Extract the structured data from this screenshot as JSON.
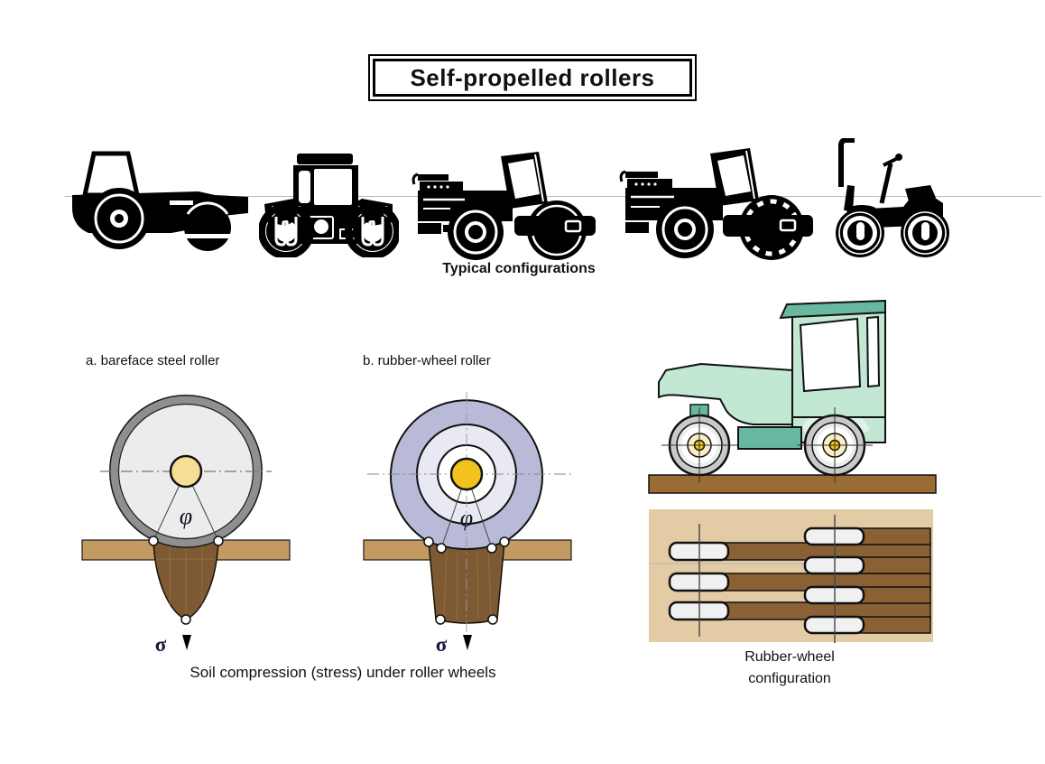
{
  "title": "Self-propelled rollers",
  "captions": {
    "configurations": "Typical configurations",
    "soil_compression": "Soil compression (stress) under roller wheels"
  },
  "diagrams": {
    "a": {
      "label": "a. bareface steel roller",
      "phi": "φ",
      "sigma": "σ"
    },
    "b": {
      "label": "b. rubber-wheel roller",
      "phi": "φ",
      "sigma": "σ"
    },
    "wheel_config": {
      "label_line1": "Rubber-wheel",
      "label_line2": "configuration"
    }
  },
  "icons": {
    "rollers": [
      "three-wheel-static-roller",
      "tandem-padfoot-roller",
      "single-smooth-drum-roller",
      "single-sheepsfoot-drum-roller",
      "mini-tandem-roller"
    ],
    "truck": "rubber-wheel-roller-side-view",
    "wheel_layout": "wheel-tracks-top-view"
  },
  "colors": {
    "soil_band": "#c39a62",
    "stress_zone": "#7d5a33",
    "steel_ring": "#8f8f8f",
    "drum_face": "#ececec",
    "hub_pale": "#f7dd96",
    "hub_gold": "#f2c31c",
    "tire": "#b9bad8",
    "tire_inner": "#e9e9f4",
    "truck_body": "#c2e8d4",
    "truck_accent": "#68b7a0",
    "ground": "#9a6b33",
    "config_bg": "#e3cba6",
    "wheel_track": "#8a6134",
    "silhouette": "#000000"
  }
}
